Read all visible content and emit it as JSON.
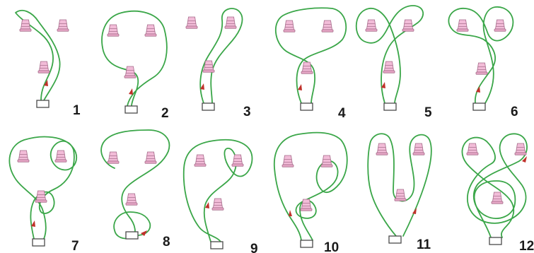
{
  "colors": {
    "route": "#3aa648",
    "arrow": "#c0302a",
    "cone_fill": "#f2bcd8",
    "cone_stroke": "#a46a88",
    "label": "#1a1a1a"
  },
  "icons": {
    "cone": "traffic-cone-icon",
    "start": "start-box-icon",
    "direction": "direction-arrow-icon"
  },
  "patterns": [
    {
      "label": "1"
    },
    {
      "label": "2"
    },
    {
      "label": "3"
    },
    {
      "label": "4"
    },
    {
      "label": "5"
    },
    {
      "label": "6"
    },
    {
      "label": "7"
    },
    {
      "label": "8"
    },
    {
      "label": "9"
    },
    {
      "label": "10"
    },
    {
      "label": "11"
    },
    {
      "label": "12"
    }
  ]
}
